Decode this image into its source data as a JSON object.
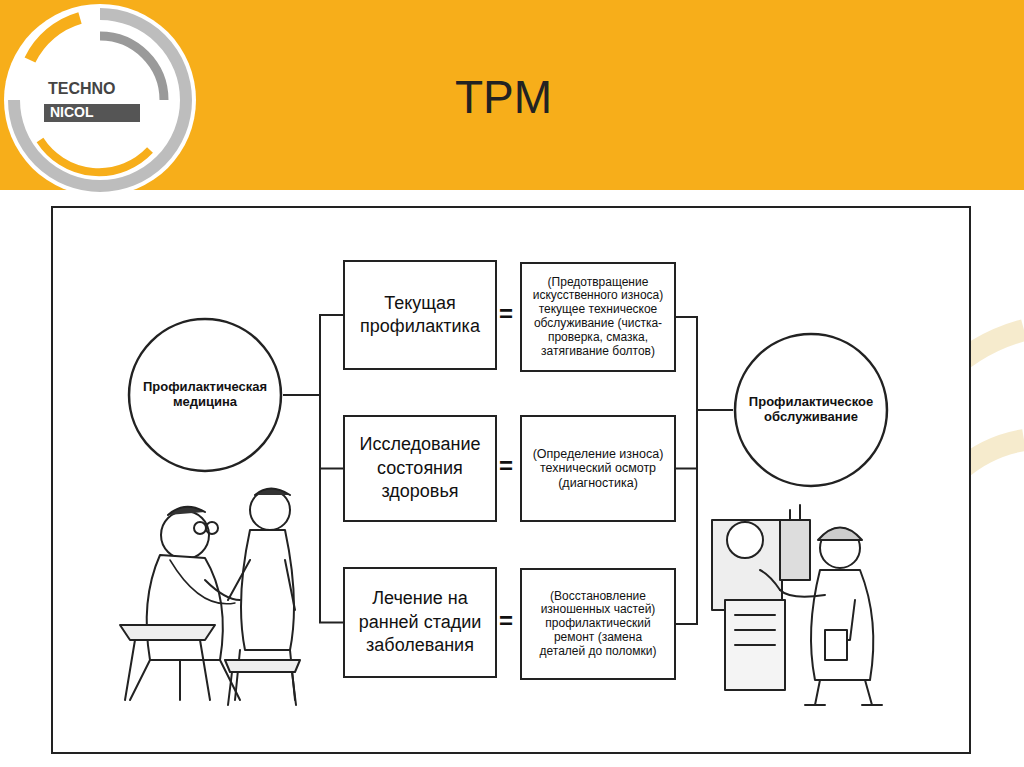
{
  "diagram": {
    "title": "TPM",
    "nodes": [
      {
        "text": [
          "Профилактическая медицина"
        ]
      },
      {
        "text": [
          "Текущая профилактика"
        ]
      },
      {
        "text": [
          "(Предотвращение искусственного износа) текущее техническое обслуживание (чистка-проверка, смазка, затягивание болтов)"
        ]
      },
      {
        "text": [
          "Исследование состояния здоровья"
        ]
      },
      {
        "text": [
          "(Определение износа) технический осмотр (диагностика)"
        ]
      },
      {
        "text": [
          "Лечение на ранней стадии заболевания"
        ]
      },
      {
        "text": [
          "(Восстановление изношенных частей) профилактический ремонт (замена деталей до поломки)"
        ]
      },
      {
        "text": [
          "Профилактическое обслуживание"
        ]
      }
    ],
    "edges": [
      {
        "from": 0,
        "to": 1,
        "arrow": "none"
      },
      {
        "from": 0,
        "to": 3,
        "arrow": "none"
      },
      {
        "from": 0,
        "to": 5,
        "arrow": "none"
      },
      {
        "from": 2,
        "to": 7,
        "arrow": "none"
      },
      {
        "from": 4,
        "to": 7,
        "arrow": "none"
      },
      {
        "from": 6,
        "to": 7,
        "arrow": "none"
      }
    ],
    "labels": [
      "TECHNO",
      "NICOL",
      "=",
      "=",
      "="
    ]
  }
}
